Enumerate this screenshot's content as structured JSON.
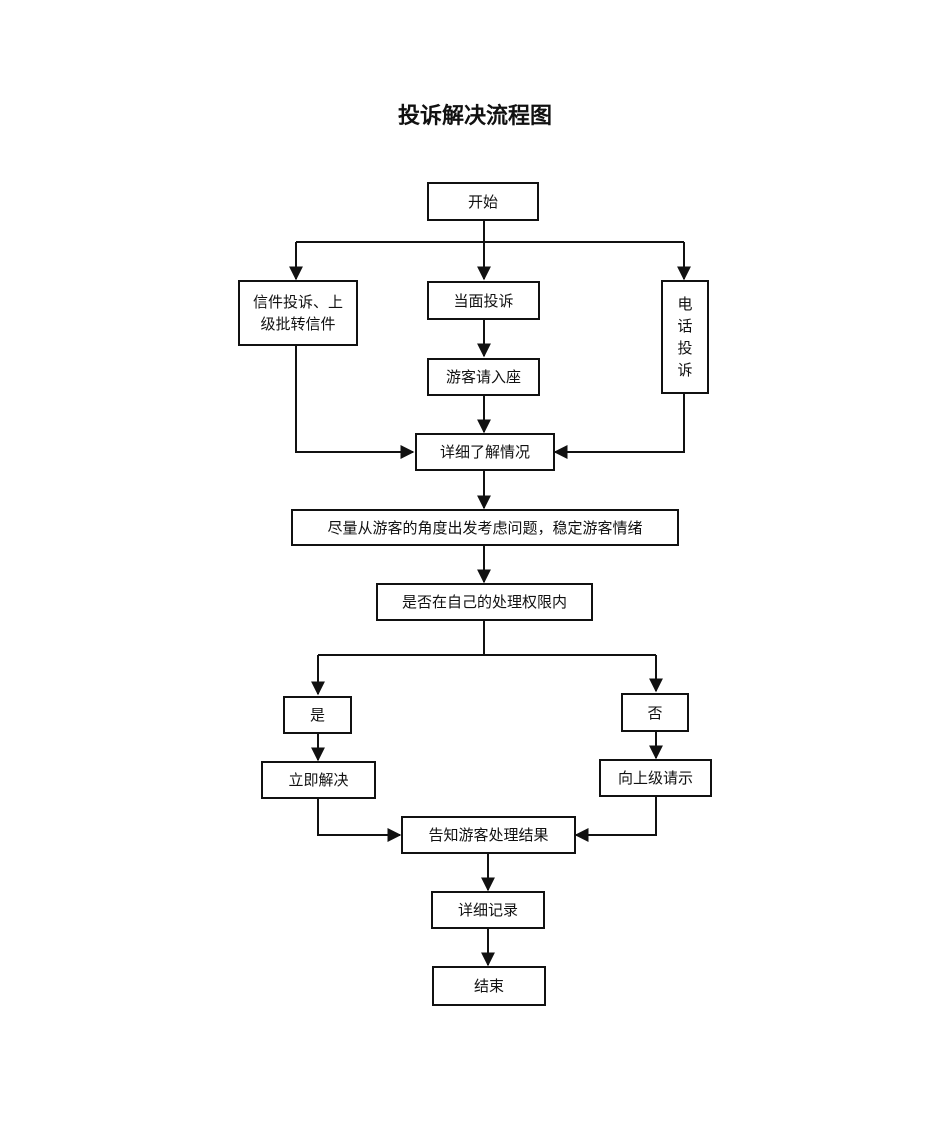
{
  "title": "投诉解决流程图",
  "nodes": {
    "start": "开始",
    "letter": "信件投诉、上级批转信件",
    "face": "当面投诉",
    "phone": "电话投诉",
    "seat": "游客请入座",
    "understand": "详细了解情况",
    "empathy": "尽量从游客的角度出发考虑问题，稳定游客情绪",
    "authority": "是否在自己的处理权限内",
    "yes": "是",
    "no": "否",
    "resolve": "立即解决",
    "escalate": "向上级请示",
    "inform": "告知游客处理结果",
    "record": "详细记录",
    "end": "结束"
  },
  "colors": {
    "line": "#111111",
    "background": "#ffffff"
  }
}
